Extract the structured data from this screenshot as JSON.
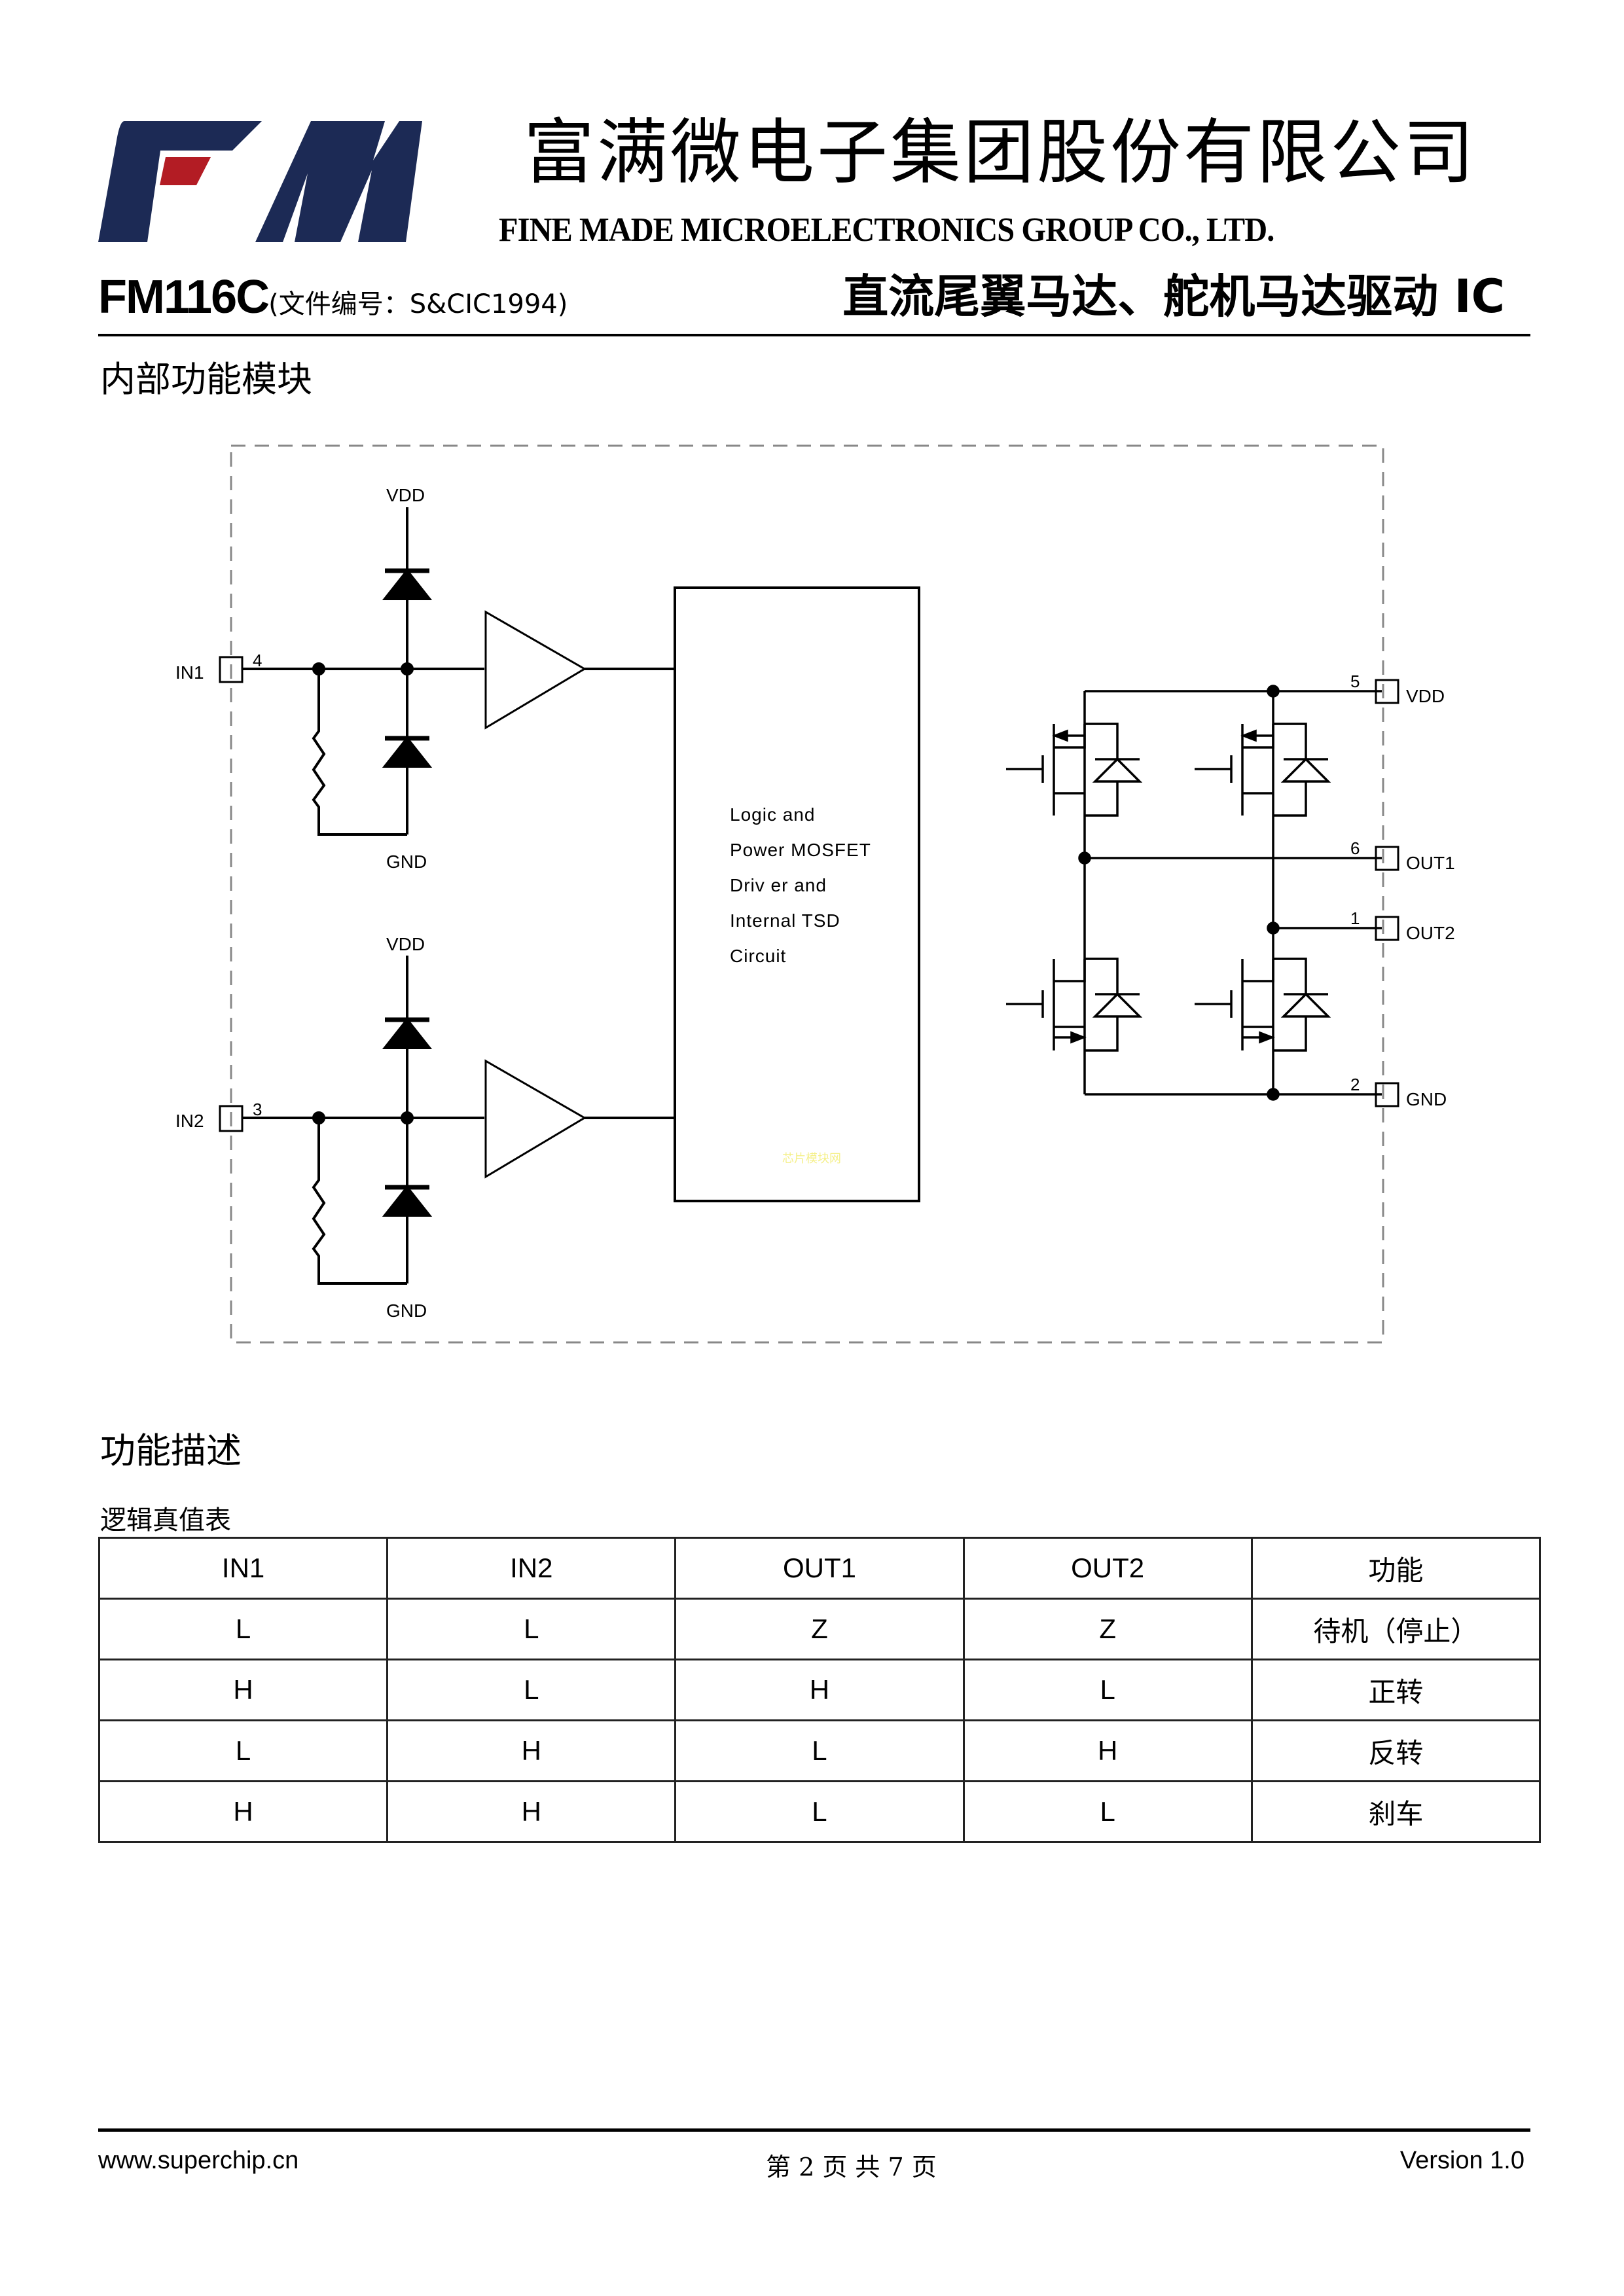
{
  "header": {
    "logo_text": "FM",
    "company_cn": "富满微电子集团股份有限公司",
    "company_en": "FINE MADE MICROELECTRONICS GROUP CO., LTD.",
    "part_number": "FM116C",
    "doc_number": "(文件编号：S&CIC1994)",
    "product_title": "直流尾翼马达、舵机马达驱动 IC",
    "brand_colors": {
      "navy": "#1c2a55",
      "red": "#b31c24"
    }
  },
  "sections": {
    "block_diagram_title": "内部功能模块",
    "function_title": "功能描述",
    "table_caption": "逻辑真值表"
  },
  "diagram": {
    "inputs": [
      {
        "name": "IN1",
        "pin": "4",
        "vdd_label": "VDD",
        "gnd_label": "GND"
      },
      {
        "name": "IN2",
        "pin": "3",
        "vdd_label": "VDD",
        "gnd_label": "GND"
      }
    ],
    "core_block_lines": [
      "Logic and",
      "Power MOSFET",
      "Driv er and",
      "Internal TSD",
      "Circuit"
    ],
    "watermark": "芯片模块网",
    "outputs": [
      {
        "name": "VDD",
        "pin": "5"
      },
      {
        "name": "OUT1",
        "pin": "6"
      },
      {
        "name": "OUT2",
        "pin": "1"
      },
      {
        "name": "GND",
        "pin": "2"
      }
    ]
  },
  "truth_table": {
    "headers": [
      "IN1",
      "IN2",
      "OUT1",
      "OUT2",
      "功能"
    ],
    "rows": [
      [
        "L",
        "L",
        "Z",
        "Z",
        "待机（停止）"
      ],
      [
        "H",
        "L",
        "H",
        "L",
        "正转"
      ],
      [
        "L",
        "H",
        "L",
        "H",
        "反转"
      ],
      [
        "H",
        "H",
        "L",
        "L",
        "刹车"
      ]
    ]
  },
  "footer": {
    "website": "www.superchip.cn",
    "page_info": "第 2 页 共 7 页",
    "version": "Version 1.0"
  }
}
